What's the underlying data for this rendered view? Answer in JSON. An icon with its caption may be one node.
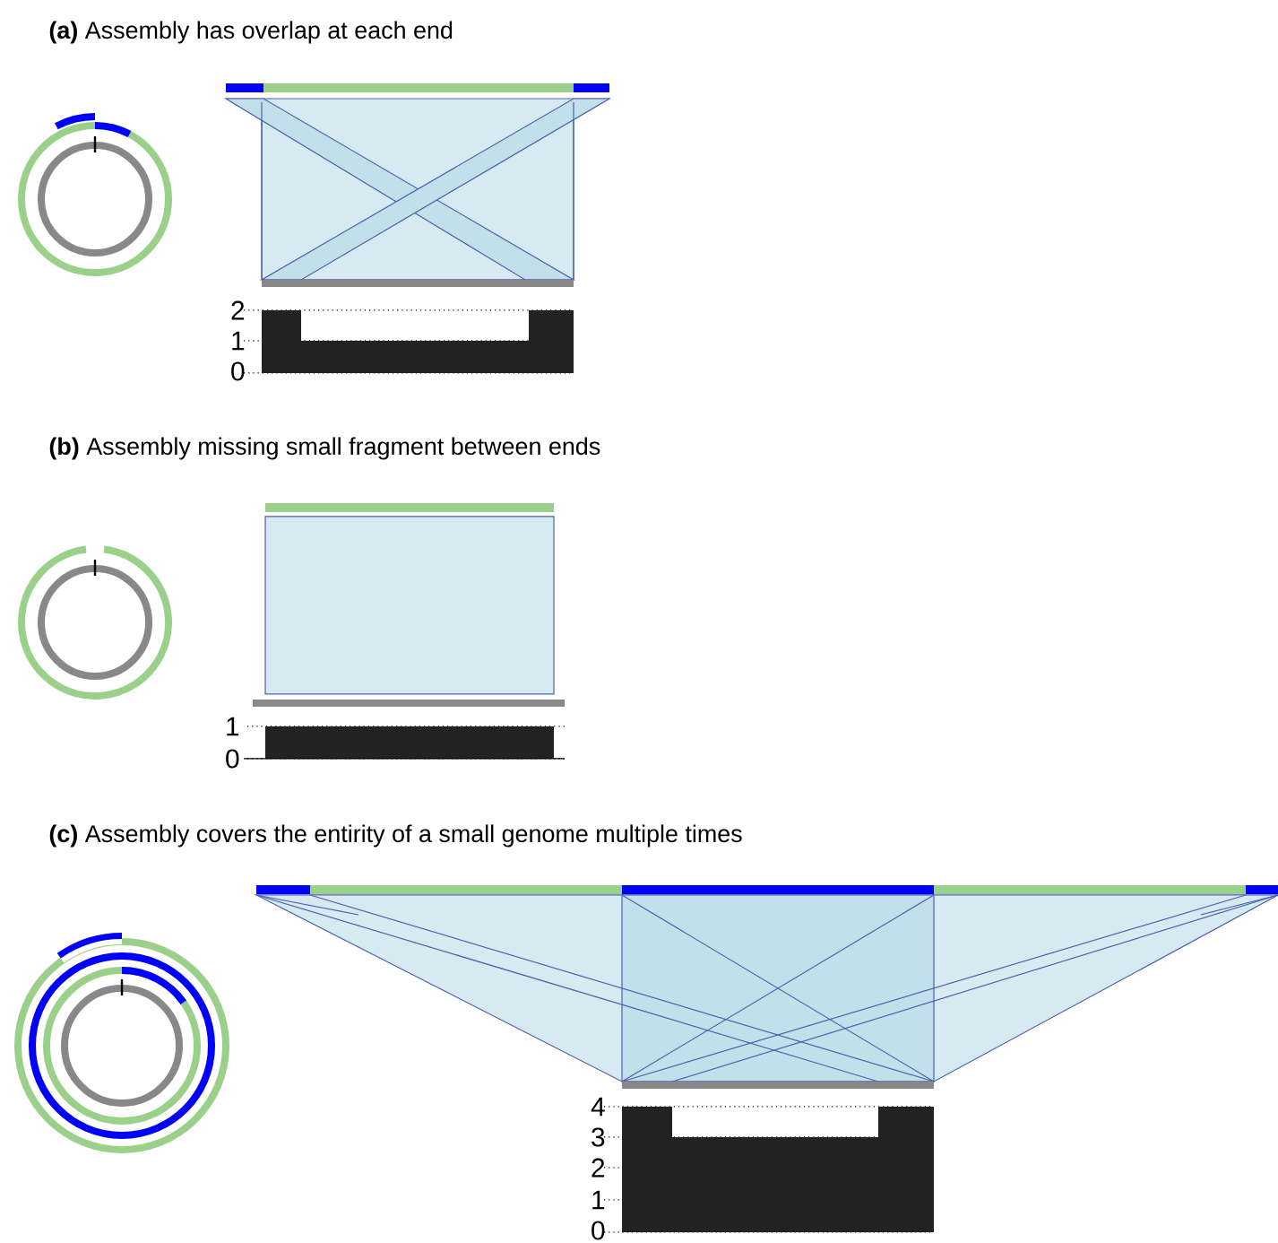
{
  "diagram": {
    "labels": [
      "**(a)** Assembly has overlap at each end",
      "2",
      "1",
      "0",
      "**(b)** Assembly missing small fragment between ends",
      "1",
      "0",
      "**(c)** Assembly covers the entirity of a small genome multiple times",
      "4",
      "3",
      "2",
      "1",
      "0"
    ]
  }
}
